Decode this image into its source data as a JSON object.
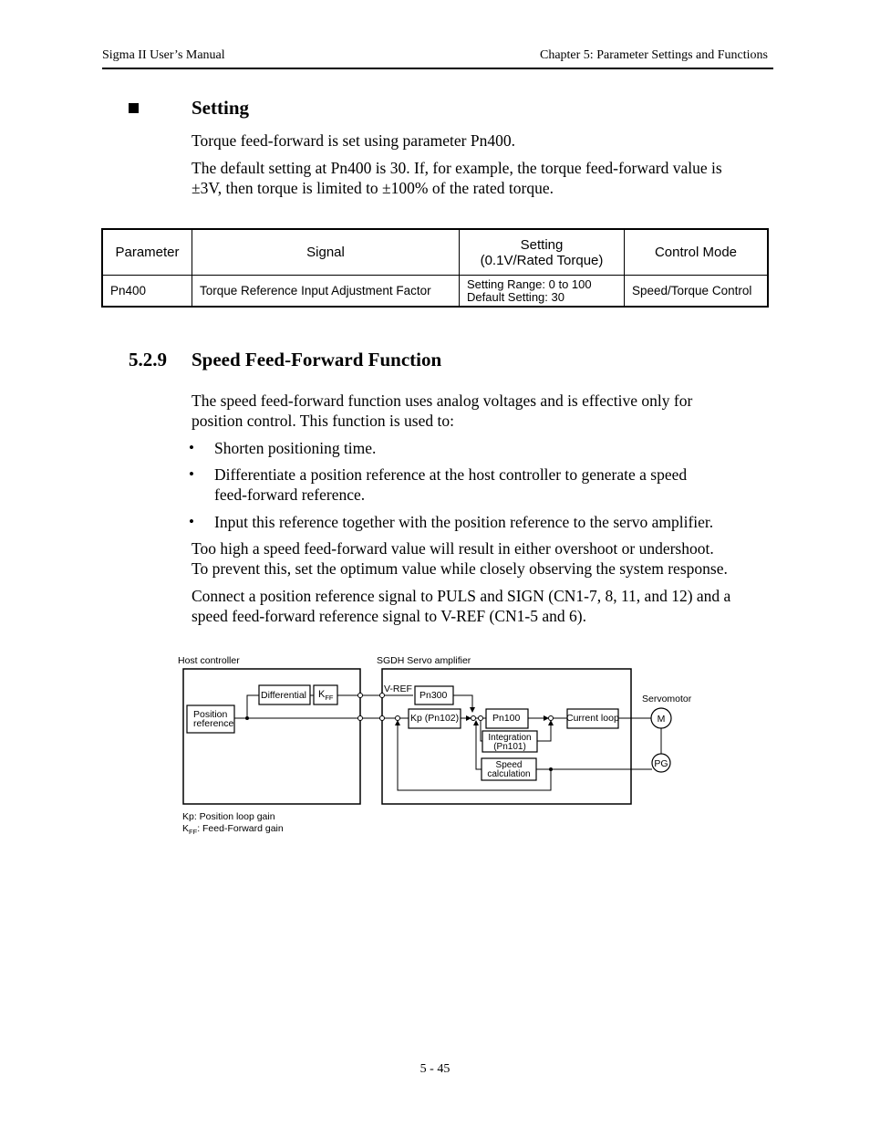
{
  "header": {
    "left": "Sigma II User’s Manual",
    "right": "Chapter 5:  Parameter Settings and Functions"
  },
  "setting_section": {
    "title": "Setting",
    "para1": "Torque feed-forward is set using parameter Pn400.",
    "para2_line1": "The default setting at Pn400 is 30.  If, for example, the torque feed-forward value is",
    "para2_line2": "±3V, then torque is limited to ±100% of the rated torque."
  },
  "param_table": {
    "headers": {
      "parameter": "Parameter",
      "signal": "Signal",
      "setting_line1": "Setting",
      "setting_line2": "(0.1V/Rated Torque)",
      "control_mode": "Control Mode"
    },
    "row": {
      "parameter": "Pn400",
      "signal": "Torque Reference Input Adjustment Factor",
      "setting_line1": "Setting Range:  0 to 100",
      "setting_line2": "Default Setting:  30",
      "control_mode": "Speed/Torque Control"
    }
  },
  "section_529": {
    "number": "5.2.9",
    "title": "Speed Feed-Forward Function",
    "intro_line1": "The speed feed-forward function uses analog voltages and is effective only for",
    "intro_line2": "position control.  This function is used to:",
    "bullet_char": "•",
    "bullet1": "Shorten positioning time.",
    "bullet2_line1": "Differentiate a position reference at the host controller to generate a speed",
    "bullet2_line2": "feed-forward reference.",
    "bullet3": "Input this reference together with the position reference to the servo amplifier.",
    "para_high_line1": "Too high a speed feed-forward value will result in either overshoot or undershoot.",
    "para_high_line2": "To prevent this, set the optimum value while closely observing the system response.",
    "para_conn_line1": "Connect a position reference signal to PULS and SIGN (CN1-7, 8, 11, and 12) and a",
    "para_conn_line2": "speed feed-forward reference signal to V-REF (CN1-5 and 6)."
  },
  "diagram": {
    "host_label": "Host controller",
    "amp_label": "SGDH Servo amplifier",
    "servomotor_label": "Servomotor",
    "differential": "Differential",
    "kff_k": "K",
    "kff_sub": "FF",
    "position_ref_line1": "Position",
    "position_ref_line2": "reference",
    "vref": "V-REF",
    "pn300": "Pn300",
    "kp_pn102": "Kp (Pn102)",
    "pn100": "Pn100",
    "current_loop": "Current loop",
    "integration_line1": "Integration",
    "integration_line2": "(Pn101)",
    "speed_calc_line1": "Speed",
    "speed_calc_line2": "calculation",
    "motor": "M",
    "pg": "PG",
    "legend_kp": "Kp:  Position loop gain",
    "legend_kff_k": "K",
    "legend_kff_sub": "FF",
    "legend_kff_text": ":  Feed-Forward gain"
  },
  "page_number": "5 - 45"
}
